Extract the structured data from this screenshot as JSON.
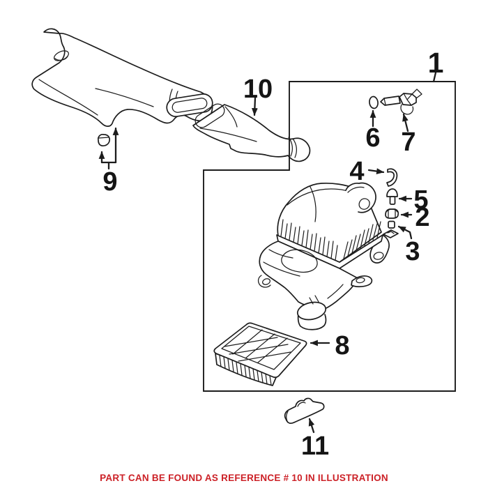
{
  "diagram": {
    "background": "#ffffff",
    "line_color": "#1c1c1c",
    "callouts": [
      {
        "number": "1",
        "part": "air-cleaner-assembly-boundary"
      },
      {
        "number": "2",
        "part": "hex-nut"
      },
      {
        "number": "3",
        "part": "spacer-clip"
      },
      {
        "number": "4",
        "part": "hook-clip"
      },
      {
        "number": "5",
        "part": "screw"
      },
      {
        "number": "6",
        "part": "seal-ring"
      },
      {
        "number": "7",
        "part": "air-temperature-sensor"
      },
      {
        "number": "8",
        "part": "air-filter-element"
      },
      {
        "number": "9",
        "part": "grommet"
      },
      {
        "number": "10",
        "part": "intake-duct"
      },
      {
        "number": "11",
        "part": "support-bracket"
      }
    ]
  },
  "footer": {
    "note": "PART CAN BE FOUND AS REFERENCE # 10 IN ILLUSTRATION",
    "color": "#cc2127"
  }
}
